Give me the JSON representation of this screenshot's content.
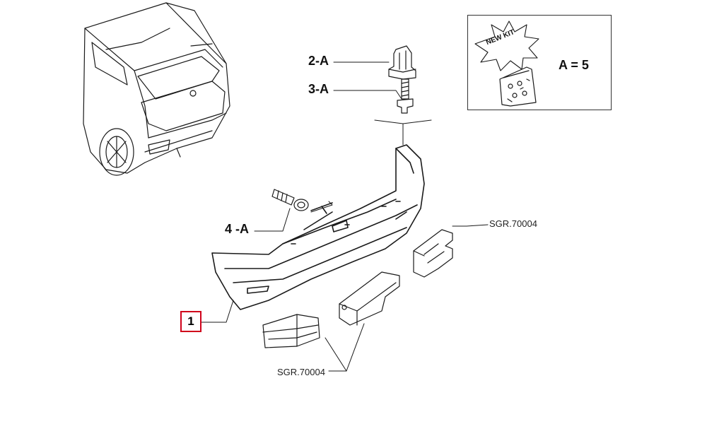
{
  "callouts": {
    "part_1": "1",
    "part_2a": "2-A",
    "part_3a": "3-A",
    "part_4a": "4 -A"
  },
  "references": {
    "sgr_right": "SGR.70004",
    "sgr_bottom": "SGR.70004"
  },
  "kit": {
    "badge": "NEW KIT",
    "quantity": "A = 5"
  },
  "colors": {
    "line": "#1a1a1a",
    "highlight": "#d0021b"
  }
}
